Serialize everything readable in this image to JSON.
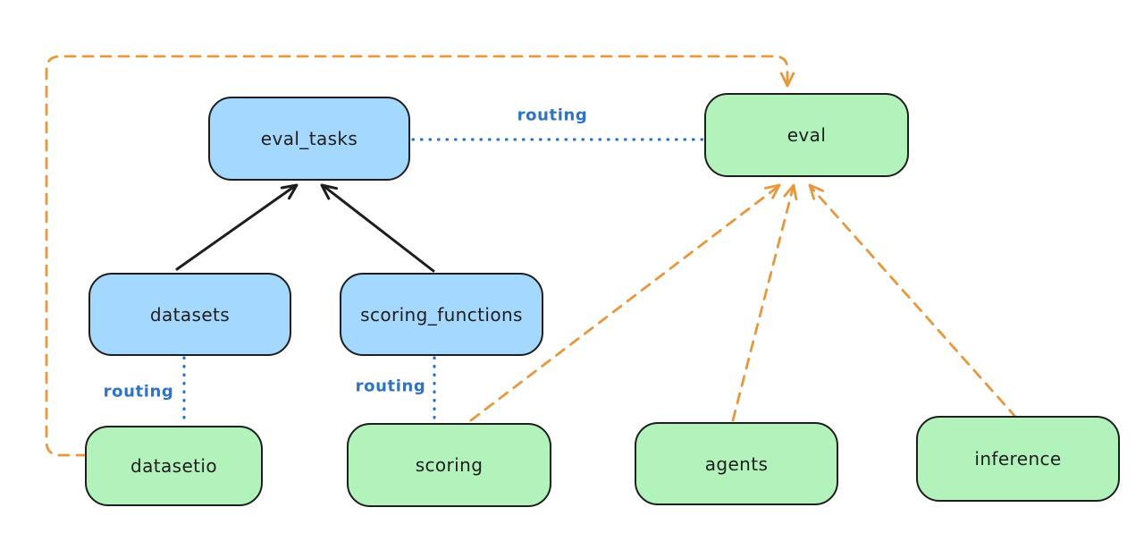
{
  "colors": {
    "canvas_bg": "#ffffff",
    "node_blue_fill": "#a5d8ff",
    "node_green_fill": "#b2f2bb",
    "node_stroke": "#1e1e1e",
    "node_text": "#1e1e1e",
    "arrow_black": "#1e1e1e",
    "routing_blue": "#2d74c6",
    "provider_orange": "#e9973d"
  },
  "nodes": {
    "eval_tasks": {
      "label": "eval_tasks",
      "kind": "registry",
      "color": "blue"
    },
    "eval": {
      "label": "eval",
      "kind": "api",
      "color": "green"
    },
    "datasets": {
      "label": "datasets",
      "kind": "registry",
      "color": "blue"
    },
    "scoring_functions": {
      "label": "scoring_functions",
      "kind": "registry",
      "color": "blue"
    },
    "datasetio": {
      "label": "datasetio",
      "kind": "api",
      "color": "green"
    },
    "scoring": {
      "label": "scoring",
      "kind": "api",
      "color": "green"
    },
    "agents": {
      "label": "agents",
      "kind": "api",
      "color": "green"
    },
    "inference": {
      "label": "inference",
      "kind": "api",
      "color": "green"
    }
  },
  "edges": [
    {
      "from": "datasets",
      "to": "eval_tasks",
      "style": "solid",
      "arrow": true,
      "color": "black",
      "label": ""
    },
    {
      "from": "scoring_functions",
      "to": "eval_tasks",
      "style": "solid",
      "arrow": true,
      "color": "black",
      "label": ""
    },
    {
      "from": "eval_tasks",
      "to": "eval",
      "style": "dotted",
      "arrow": false,
      "color": "blue",
      "label": "routing"
    },
    {
      "from": "datasets",
      "to": "datasetio",
      "style": "dotted",
      "arrow": false,
      "color": "blue",
      "label": "routing"
    },
    {
      "from": "scoring_functions",
      "to": "scoring",
      "style": "dotted",
      "arrow": false,
      "color": "blue",
      "label": "routing"
    },
    {
      "from": "datasetio",
      "to": "eval",
      "style": "dashed",
      "arrow": true,
      "color": "orange",
      "label": ""
    },
    {
      "from": "scoring",
      "to": "eval",
      "style": "dashed",
      "arrow": true,
      "color": "orange",
      "label": ""
    },
    {
      "from": "agents",
      "to": "eval",
      "style": "dashed",
      "arrow": true,
      "color": "orange",
      "label": ""
    },
    {
      "from": "inference",
      "to": "eval",
      "style": "dashed",
      "arrow": true,
      "color": "orange",
      "label": ""
    }
  ]
}
